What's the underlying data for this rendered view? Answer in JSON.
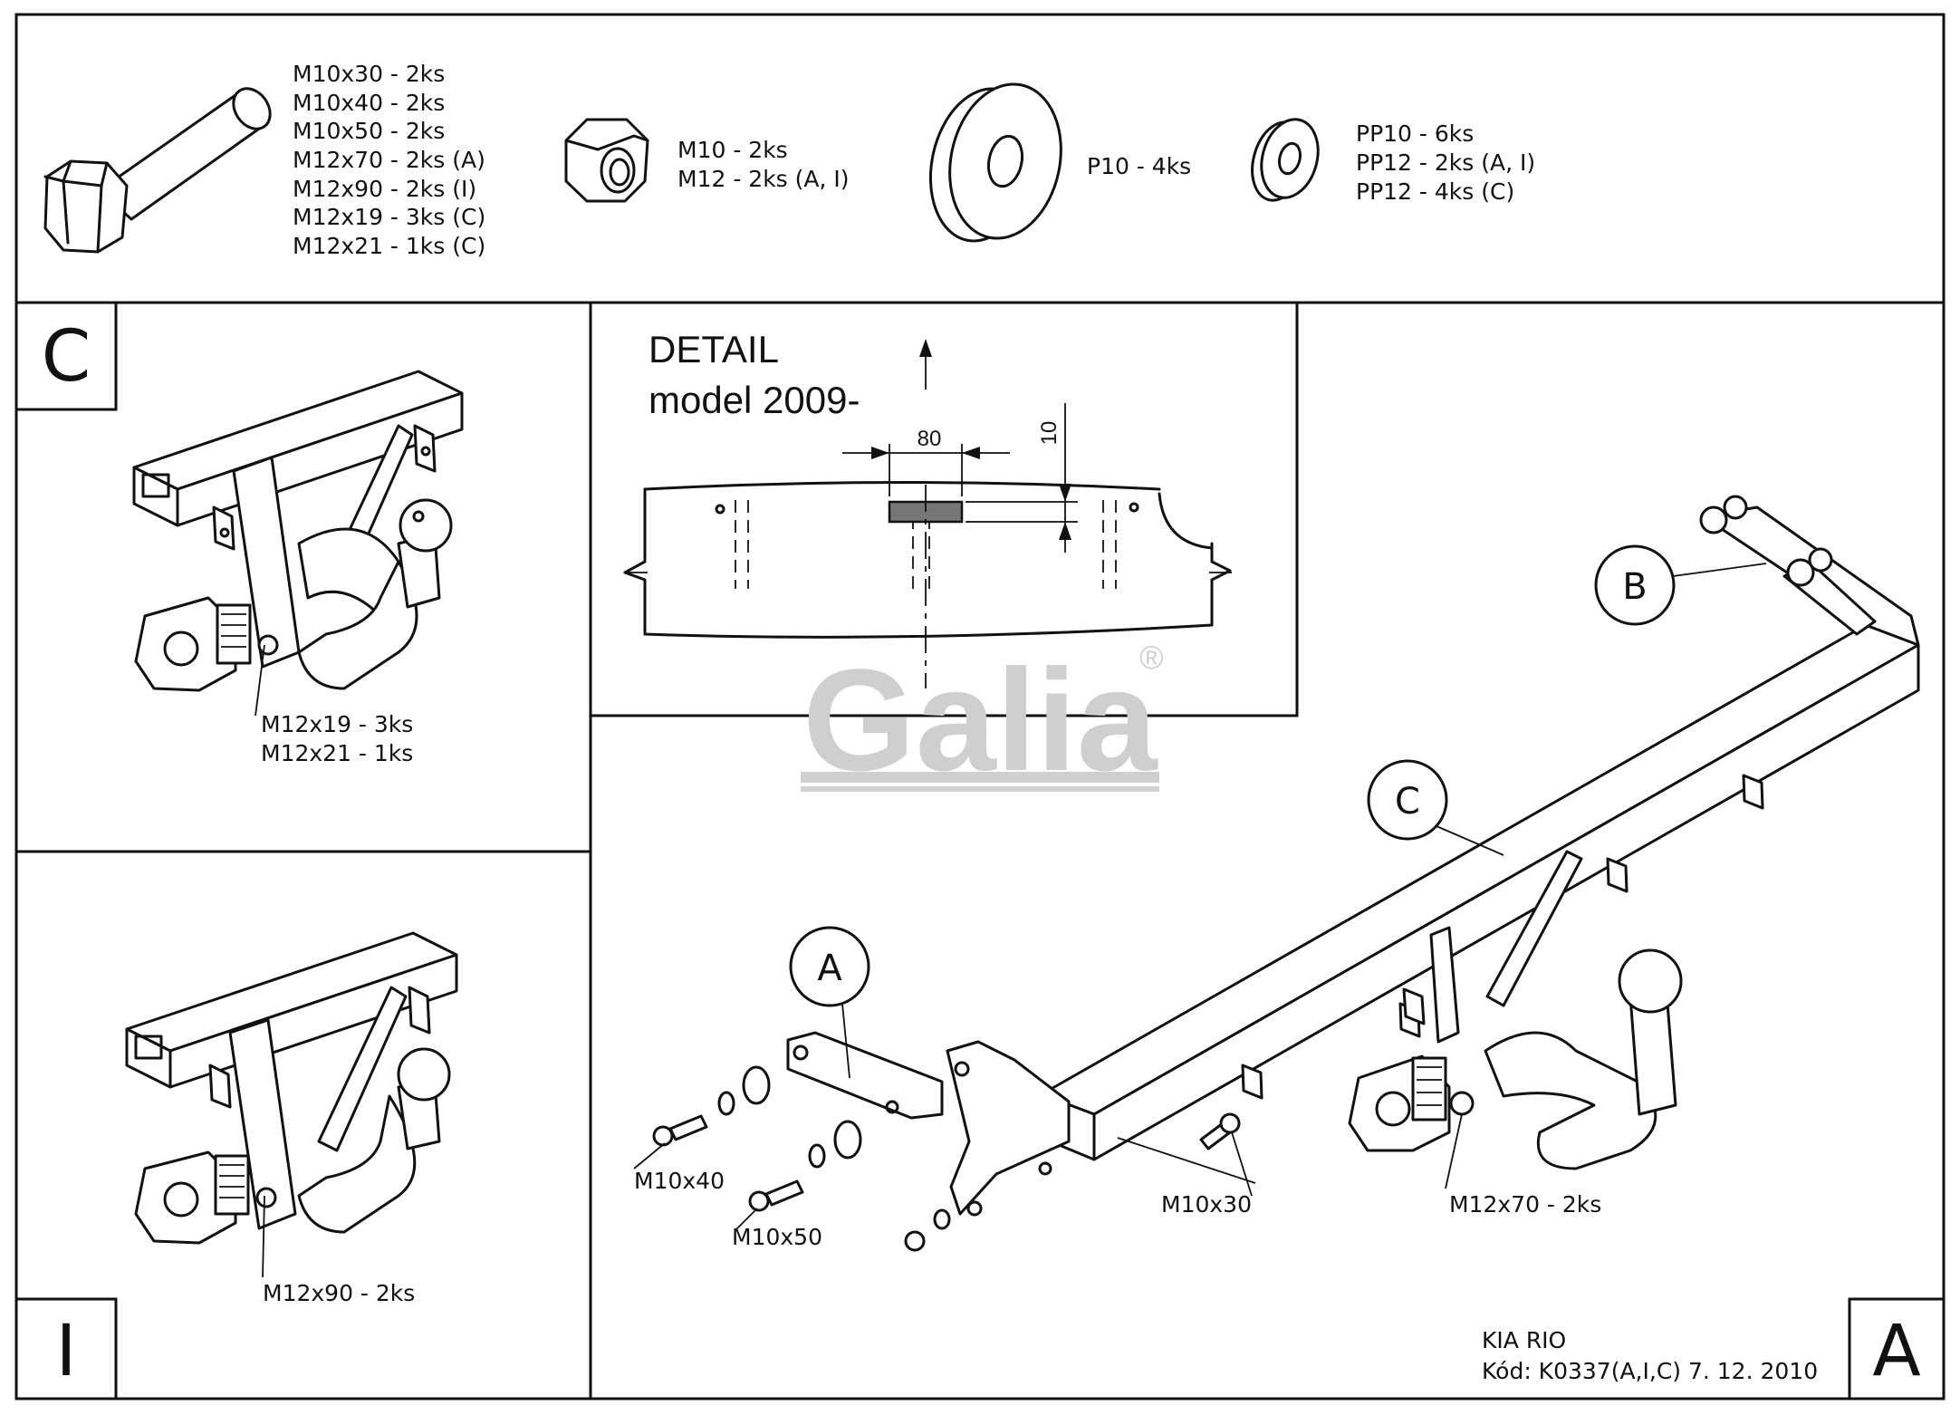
{
  "hardware_panel": {
    "bolts": [
      "M10x30 - 2ks",
      "M10x40 - 2ks",
      "M10x50 - 2ks",
      "M12x70 - 2ks (A)",
      "M12x90 - 2ks (I)",
      "M12x19 - 3ks (C)",
      "M12x21 - 1ks (C)"
    ],
    "nuts": [
      "M10 - 2ks",
      "M12 - 2ks (A, I)"
    ],
    "washer_large": [
      "P10 - 4ks"
    ],
    "washer_small": [
      "PP10 - 6ks",
      "PP12 - 2ks (A, I)",
      "PP12 - 4ks (C)"
    ]
  },
  "panel_c": {
    "corner_label": "C",
    "labels": [
      "M12x19 - 3ks",
      "M12x21 - 1ks"
    ]
  },
  "panel_i": {
    "corner_label": "I",
    "label": "M12x90 - 2ks"
  },
  "detail": {
    "title": "DETAIL",
    "subtitle": "model 2009-",
    "dim_width": "80",
    "dim_height": "10"
  },
  "watermark": {
    "text": "Galia",
    "mark": "®"
  },
  "main": {
    "corner_label": "A",
    "callouts": [
      "A",
      "B",
      "C"
    ],
    "labels": {
      "m10x40": "M10x40",
      "m10x50": "M10x50",
      "m10x30": "M10x30",
      "m12x70": "M12x70 - 2ks"
    }
  },
  "title_block": {
    "model": "KIA RIO",
    "code": "Kód: K0337(A,I,C)  7. 12. 2010"
  }
}
